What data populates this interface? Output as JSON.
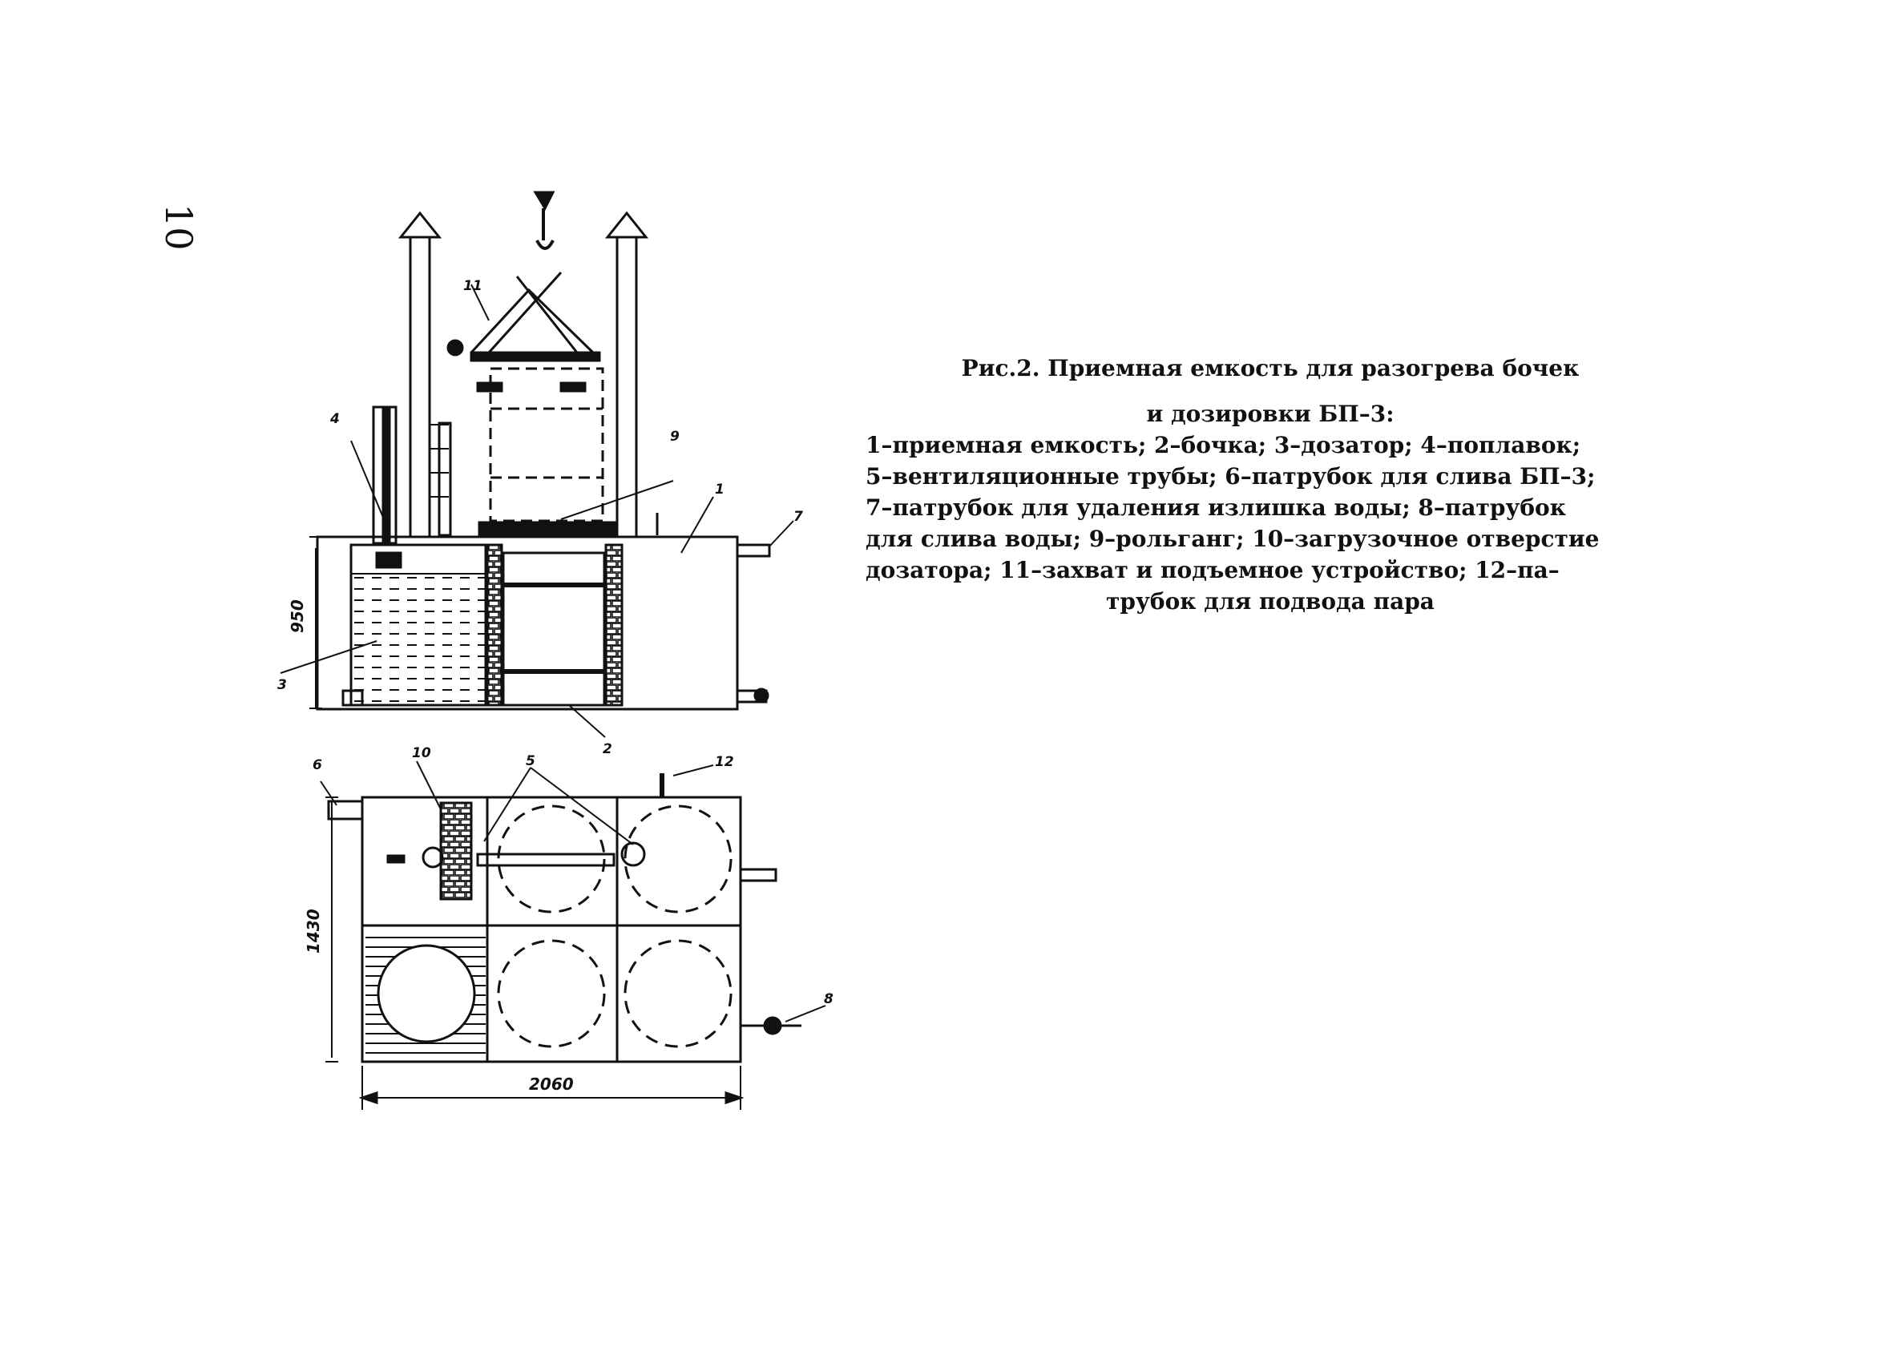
{
  "page_number": "10",
  "caption": {
    "title": "Рис.2. Приемная емкость для разогрева бочек",
    "title2": "и дозировки БП–3:",
    "lines": [
      "1–приемная емкость; 2–бочка; 3–дозатор; 4–поплавок;",
      "5–вентиляционные трубы; 6–патрубок для слива БП–3;",
      "7–патрубок для удаления излишка воды; 8–патрубок",
      "для слива воды; 9–рольганг; 10–загрузочное отверстие",
      "дозатора; 11–захват и подъемное устройство; 12–па–"
    ],
    "last": "трубок для подвода пара"
  },
  "drawing": {
    "dimensions": {
      "height_front": "950",
      "depth_plan": "1430",
      "width_plan": "2060"
    },
    "labels": {
      "l1": "1",
      "l2": "2",
      "l3": "3",
      "l4": "4",
      "l5": "5",
      "l6": "6",
      "l7": "7",
      "l8": "8",
      "l9": "9",
      "l10": "10",
      "l11": "11",
      "l12": "12"
    }
  }
}
